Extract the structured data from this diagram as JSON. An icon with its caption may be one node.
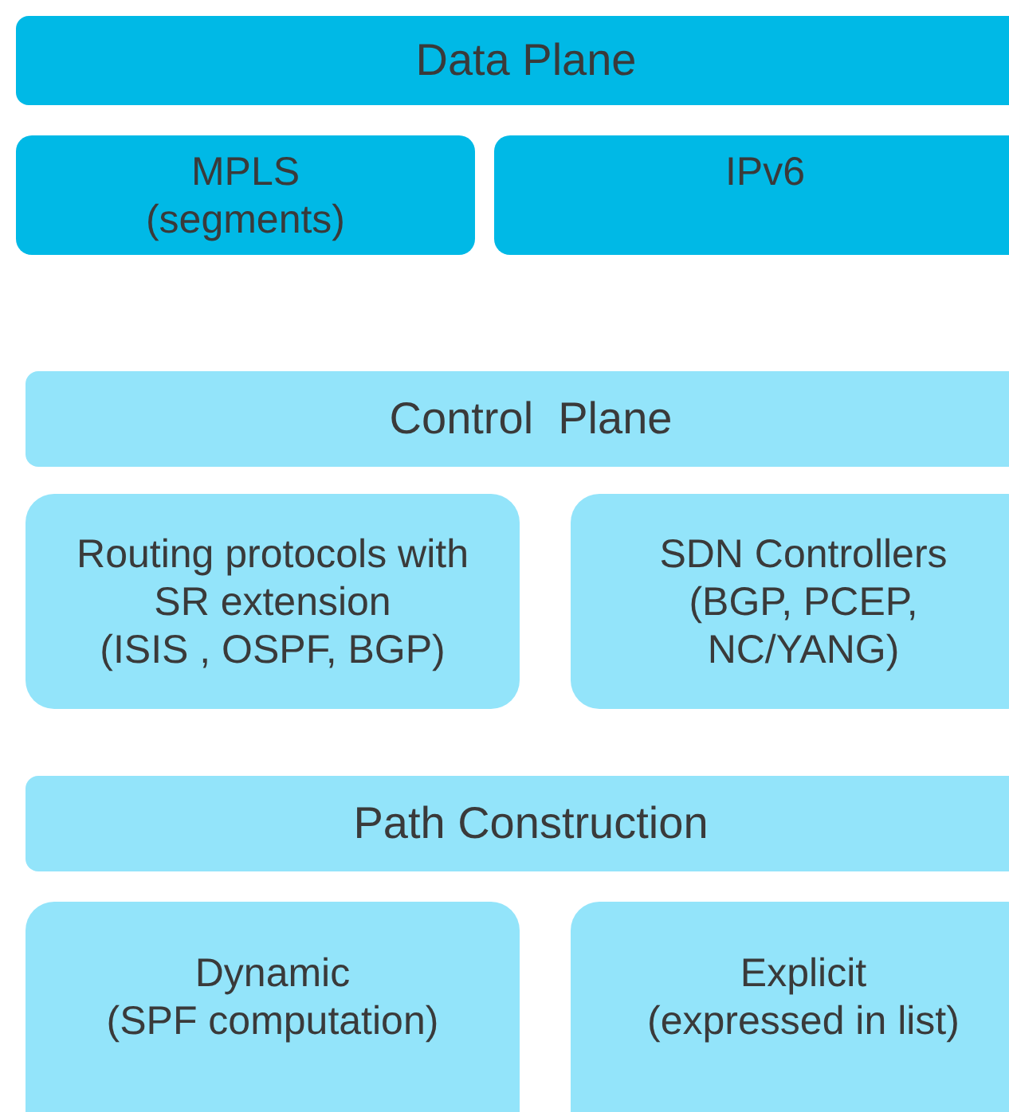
{
  "diagram": {
    "nodes": [
      {
        "text": [
          "Data Plane"
        ]
      },
      {
        "text": [
          "MPLS",
          "(segments)"
        ]
      },
      {
        "text": [
          "IPv6"
        ]
      },
      {
        "text": [
          "Control  Plane"
        ]
      },
      {
        "text": [
          "Routing protocols with SR extension",
          "(ISIS , OSPF, BGP)"
        ]
      },
      {
        "text": [
          "SDN Controllers",
          "(BGP, PCEP, NC/YANG)"
        ]
      },
      {
        "text": [
          "Path Construction"
        ]
      },
      {
        "text": [
          "Dynamic",
          "(SPF computation)"
        ]
      },
      {
        "text": [
          "Explicit",
          "(expressed in list)"
        ]
      }
    ]
  }
}
